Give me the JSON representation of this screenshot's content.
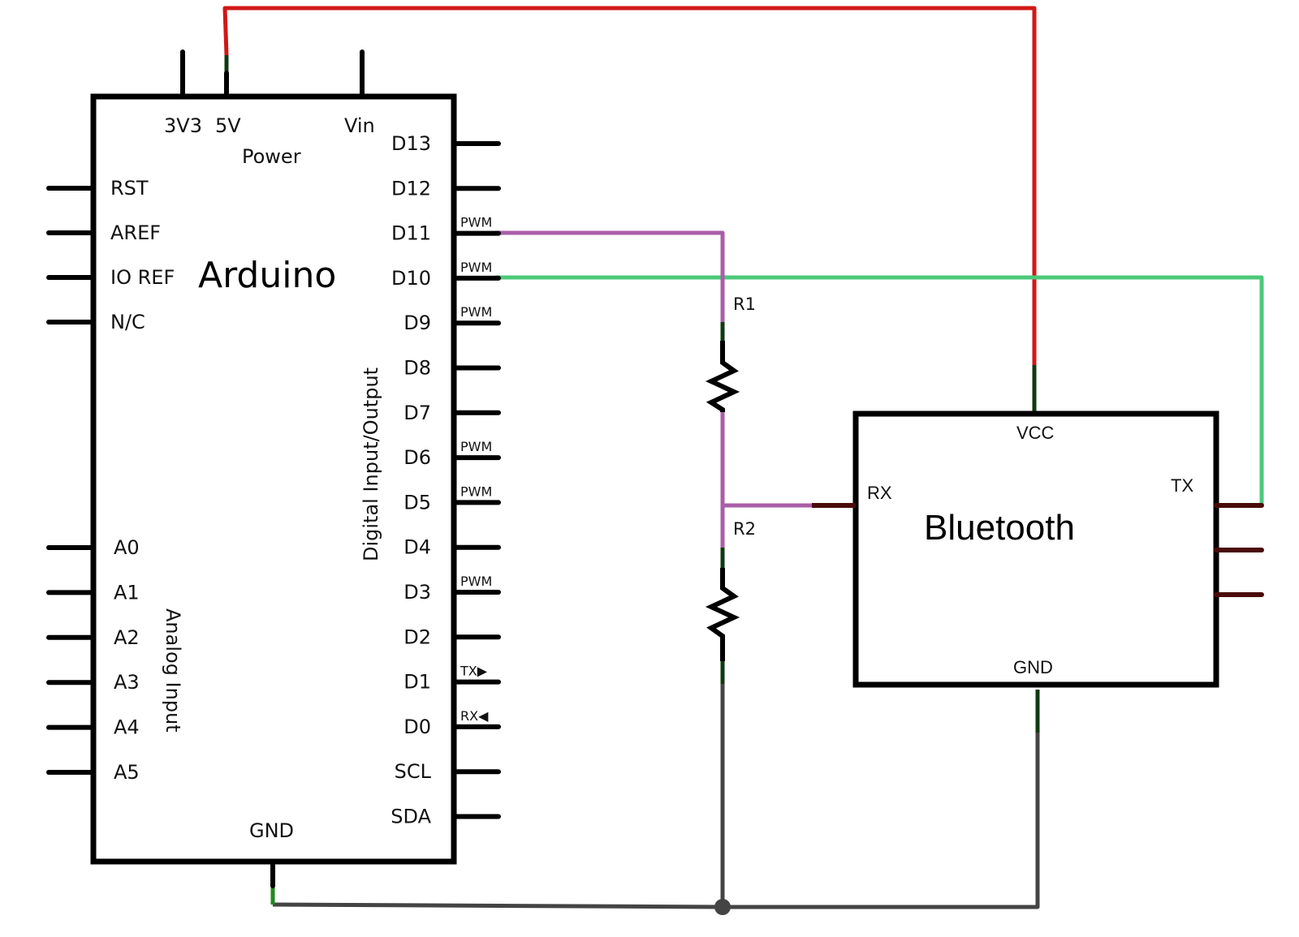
{
  "arduino": {
    "title": "Arduino",
    "power_group_label": "Power",
    "digital_group_label": "Digital Input/Output",
    "analog_group_label": "Analog Input",
    "gnd_label": "GND",
    "top_pins": [
      "3V3",
      "5V",
      "Vin"
    ],
    "left_pins": [
      "RST",
      "AREF",
      "IO REF",
      "N/C"
    ],
    "analog_pins": [
      "A0",
      "A1",
      "A2",
      "A3",
      "A4",
      "A5"
    ],
    "right_pins": [
      {
        "label": "D13",
        "tag": ""
      },
      {
        "label": "D12",
        "tag": ""
      },
      {
        "label": "D11",
        "tag": "PWM"
      },
      {
        "label": "D10",
        "tag": "PWM"
      },
      {
        "label": "D9",
        "tag": "PWM"
      },
      {
        "label": "D8",
        "tag": ""
      },
      {
        "label": "D7",
        "tag": ""
      },
      {
        "label": "D6",
        "tag": "PWM"
      },
      {
        "label": "D5",
        "tag": "PWM"
      },
      {
        "label": "D4",
        "tag": ""
      },
      {
        "label": "D3",
        "tag": "PWM"
      },
      {
        "label": "D2",
        "tag": ""
      },
      {
        "label": "D1",
        "tag": "TX▶"
      },
      {
        "label": "D0",
        "tag": "RX◀"
      },
      {
        "label": "SCL",
        "tag": ""
      },
      {
        "label": "SDA",
        "tag": ""
      }
    ]
  },
  "bluetooth": {
    "title": "Bluetooth",
    "vcc_label": "VCC",
    "gnd_label": "GND",
    "rx_label": "RX",
    "tx_label": "TX"
  },
  "resistors": {
    "r1_label": "R1",
    "r2_label": "R2"
  },
  "wires": {
    "power_5v": {
      "from": "Arduino 5V",
      "to": "Bluetooth VCC",
      "color": "#d01818"
    },
    "d11_divider": {
      "from": "Arduino D11",
      "to": "R1 / R2 divider → Bluetooth RX",
      "color": "#a95ea8"
    },
    "d10_tx": {
      "from": "Arduino D10",
      "to": "Bluetooth TX",
      "color": "#4cc97a"
    },
    "ground": {
      "from": "Arduino GND",
      "to": "R2 & Bluetooth GND",
      "color": "#444444"
    }
  }
}
